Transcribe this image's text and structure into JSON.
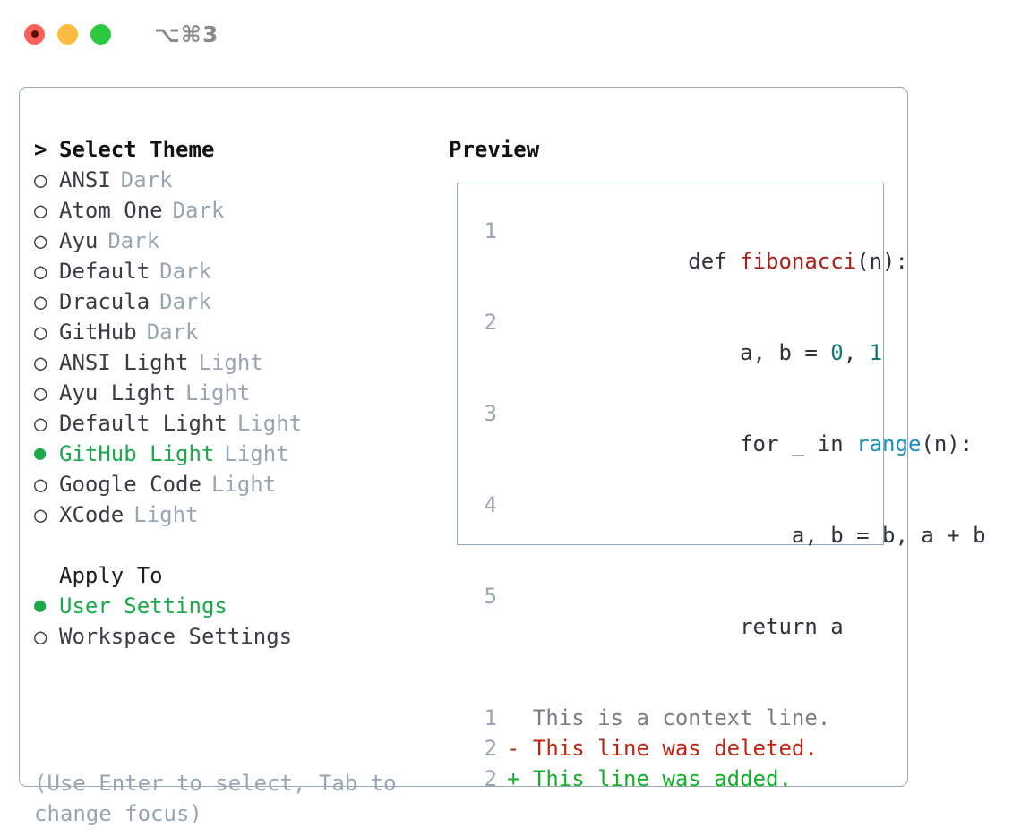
{
  "titlebar": {
    "shortcut": "⌥⌘3",
    "lights": [
      "close-red",
      "minimize-yellow",
      "zoom-green"
    ]
  },
  "theme_list": {
    "header_marker": ">",
    "header": "Select Theme",
    "items": [
      {
        "marker": "○",
        "name": "ANSI",
        "variant": "Dark",
        "selected": false
      },
      {
        "marker": "○",
        "name": "Atom One",
        "variant": "Dark",
        "selected": false
      },
      {
        "marker": "○",
        "name": "Ayu",
        "variant": "Dark",
        "selected": false
      },
      {
        "marker": "○",
        "name": "Default",
        "variant": "Dark",
        "selected": false
      },
      {
        "marker": "○",
        "name": "Dracula",
        "variant": "Dark",
        "selected": false
      },
      {
        "marker": "○",
        "name": "GitHub",
        "variant": "Dark",
        "selected": false
      },
      {
        "marker": "○",
        "name": "ANSI Light",
        "variant": "Light",
        "selected": false
      },
      {
        "marker": "○",
        "name": "Ayu Light",
        "variant": "Light",
        "selected": false
      },
      {
        "marker": "○",
        "name": "Default Light",
        "variant": "Light",
        "selected": false
      },
      {
        "marker": "●",
        "name": "GitHub Light",
        "variant": "Light",
        "selected": true
      },
      {
        "marker": "○",
        "name": "Google Code",
        "variant": "Light",
        "selected": false
      },
      {
        "marker": "○",
        "name": "XCode",
        "variant": "Light",
        "selected": false
      }
    ]
  },
  "apply_to": {
    "label": "Apply To",
    "options": [
      {
        "marker": "●",
        "name": "User Settings",
        "selected": true
      },
      {
        "marker": "○",
        "name": "Workspace Settings",
        "selected": false
      }
    ]
  },
  "hint": "(Use Enter to select, Tab to change focus)",
  "preview": {
    "title": "Preview",
    "code_lines": [
      {
        "no": "1",
        "segments": [
          {
            "text": "def ",
            "type": "plain"
          },
          {
            "text": "fibonacci",
            "type": "fn"
          },
          {
            "text": "(n):",
            "type": "plain"
          }
        ]
      },
      {
        "no": "2",
        "segments": [
          {
            "text": "    a, b = ",
            "type": "plain"
          },
          {
            "text": "0",
            "type": "num"
          },
          {
            "text": ", ",
            "type": "plain"
          },
          {
            "text": "1",
            "type": "num"
          }
        ]
      },
      {
        "no": "3",
        "segments": [
          {
            "text": "    for _ in ",
            "type": "plain"
          },
          {
            "text": "range",
            "type": "call"
          },
          {
            "text": "(n):",
            "type": "plain"
          }
        ]
      },
      {
        "no": "4",
        "segments": [
          {
            "text": "        a, b = b, a + b",
            "type": "plain"
          }
        ]
      },
      {
        "no": "5",
        "segments": [
          {
            "text": "    return a",
            "type": "plain"
          }
        ]
      }
    ],
    "diff_lines": [
      {
        "no": "1",
        "sign": " ",
        "text": "  This is a context line.",
        "kind": "ctx"
      },
      {
        "no": "2",
        "sign": "-",
        "text": " This line was deleted.",
        "kind": "del"
      },
      {
        "no": "2",
        "sign": "+",
        "text": " This line was added.",
        "kind": "add"
      }
    ]
  },
  "colors": {
    "accent_green": "#1da84c",
    "muted": "#9aa5b4",
    "border": "#9aa7b6",
    "diff_add": "#16af2b",
    "diff_del": "#c0230f",
    "token_fn": "#a8201a",
    "token_num": "#0f7a72",
    "token_call": "#1a8fbf"
  }
}
